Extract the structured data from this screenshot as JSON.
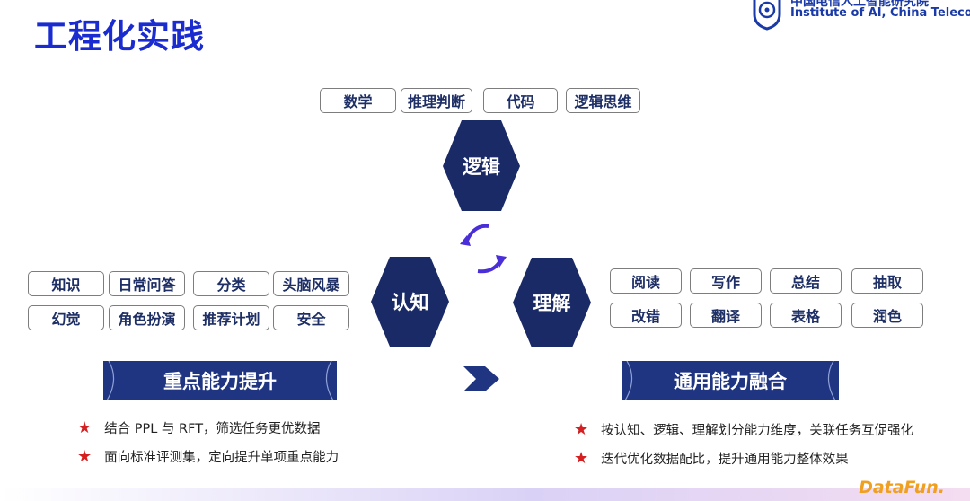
{
  "title": "工程化实践",
  "logo": {
    "name_cn": "中国电信人工智能研究院",
    "name_en": "Institute of AI, China Telecom"
  },
  "logic": {
    "label": "逻辑",
    "tags": [
      "数学",
      "推理判断",
      "代码",
      "逻辑思维"
    ]
  },
  "cognition": {
    "label": "认知",
    "tags": [
      "知识",
      "日常问答",
      "分类",
      "头脑风暴",
      "幻觉",
      "角色扮演",
      "推荐计划",
      "安全"
    ]
  },
  "understanding": {
    "label": "理解",
    "tags": [
      "阅读",
      "写作",
      "总结",
      "抽取",
      "改错",
      "翻译",
      "表格",
      "润色"
    ]
  },
  "left_banner": "重点能力提升",
  "right_banner": "通用能力融合",
  "left_bullets": [
    "结合 PPL 与 RFT，筛选任务更优数据",
    "面向标准评测集，定向提升单项重点能力"
  ],
  "right_bullets": [
    "按认知、逻辑、理解划分能力维度，关联任务互促强化",
    "迭代优化数据配比，提升通用能力整体效果"
  ],
  "footer_brand": "DataFun.",
  "colors": {
    "title": "#1a2bd0",
    "hexagon": "#1a2a66",
    "banner": "#1f3582",
    "star": "#d42020",
    "cycle_arrow": "#4a2fd8"
  }
}
